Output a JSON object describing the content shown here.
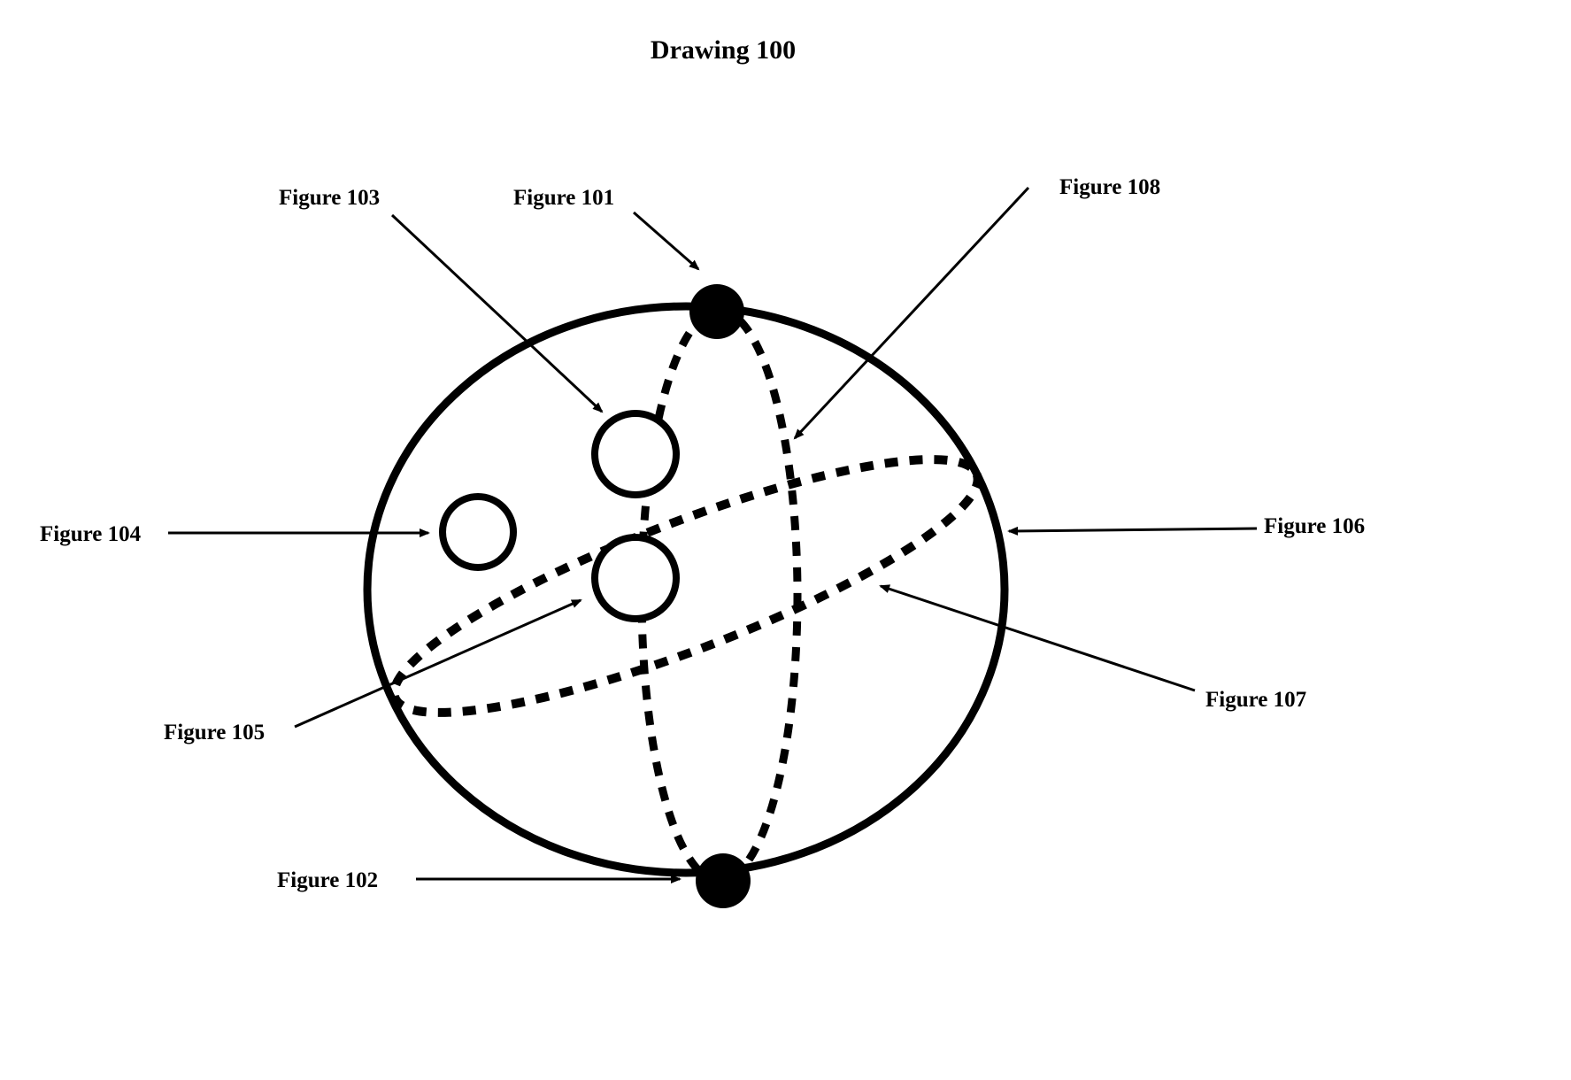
{
  "title": "Drawing 100",
  "labels": {
    "fig101": "Figure 101",
    "fig102": "Figure 102",
    "fig103": "Figure 103",
    "fig104": "Figure 104",
    "fig105": "Figure 105",
    "fig106": "Figure 106",
    "fig107": "Figure 107",
    "fig108": "Figure 108"
  },
  "colors": {
    "ink": "#000000",
    "background": "#ffffff"
  }
}
